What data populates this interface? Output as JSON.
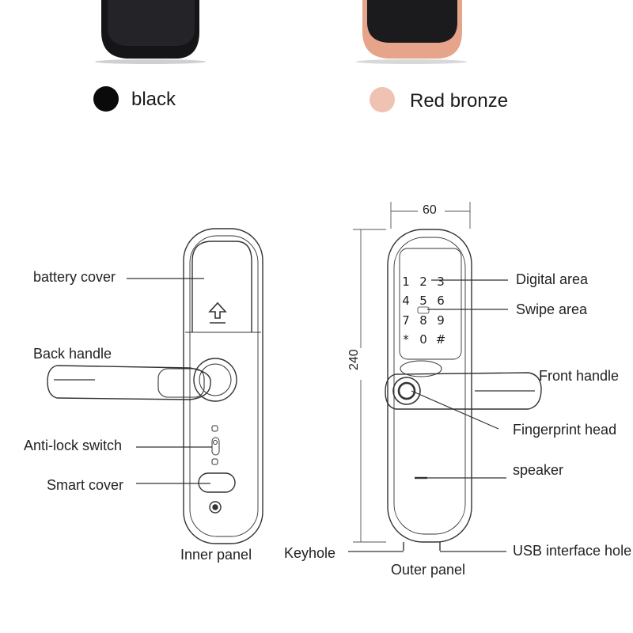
{
  "colors": {
    "black_swatch": "#0a0a0a",
    "bronze_swatch": "#efc2b2",
    "bronze_trim": "#e8a88f",
    "line": "#333333"
  },
  "color_options": [
    {
      "label": "black"
    },
    {
      "label": "Red bronze"
    }
  ],
  "inner_panel": {
    "title": "Inner panel",
    "battery_cover": "battery cover",
    "back_handle": "Back handle",
    "anti_lock_switch": "Anti-lock switch",
    "smart_cover": "Smart cover"
  },
  "outer_panel": {
    "title": "Outer panel",
    "width_dim": "60",
    "height_dim": "240",
    "digital_area": "Digital area",
    "swipe_area": "Swipe area",
    "front_handle": "Front handle",
    "fingerprint_head": "Fingerprint head",
    "speaker": "speaker",
    "keyhole": "Keyhole",
    "usb_hole": "USB interface hole",
    "keypad": [
      "1",
      "2",
      "3",
      "4",
      "5",
      "6",
      "7",
      "8",
      "9",
      "*",
      "0",
      "#"
    ]
  }
}
